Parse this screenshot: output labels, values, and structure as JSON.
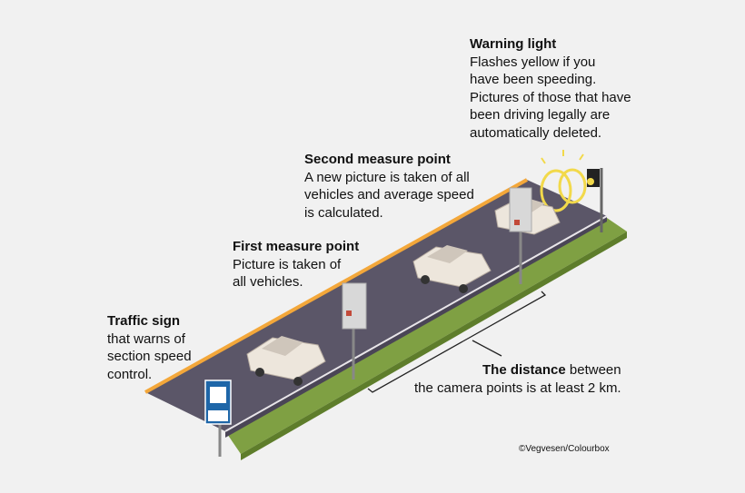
{
  "labels": {
    "warning_light": {
      "title": "Warning light",
      "lines": [
        "Flashes yellow if you",
        "have been speeding.",
        "Pictures of those that have",
        "been driving legally are",
        "automatically deleted."
      ]
    },
    "second_point": {
      "title": "Second measure point",
      "lines": [
        "A new picture is taken of all",
        "vehicles and average speed",
        "is calculated."
      ]
    },
    "first_point": {
      "title": "First measure point",
      "lines": [
        "Picture is taken of",
        "all vehicles."
      ]
    },
    "traffic_sign": {
      "title": "Traffic sign",
      "lines": [
        "that warns of",
        "section speed",
        "control."
      ]
    }
  },
  "distance": {
    "bold": "The distance",
    "rest1": " between",
    "line2": "the camera points is at least 2 km."
  },
  "credit": "©Vegvesen/Colourbox",
  "colors": {
    "road": "#5b5668",
    "road_dark": "#4a4556",
    "edge_line": "#f3a73a",
    "grass": "#7fa043",
    "grass_dark": "#5e7d2b",
    "car": "#ede6dc",
    "camera": "#d8d8d8",
    "camera_lamp": "#c24a3a",
    "sign": "#1e66a8",
    "warning_glow": "#f2d94a"
  },
  "icons": [
    "traffic-sign-icon",
    "speed-camera-icon",
    "warning-light-icon",
    "car-icon"
  ]
}
